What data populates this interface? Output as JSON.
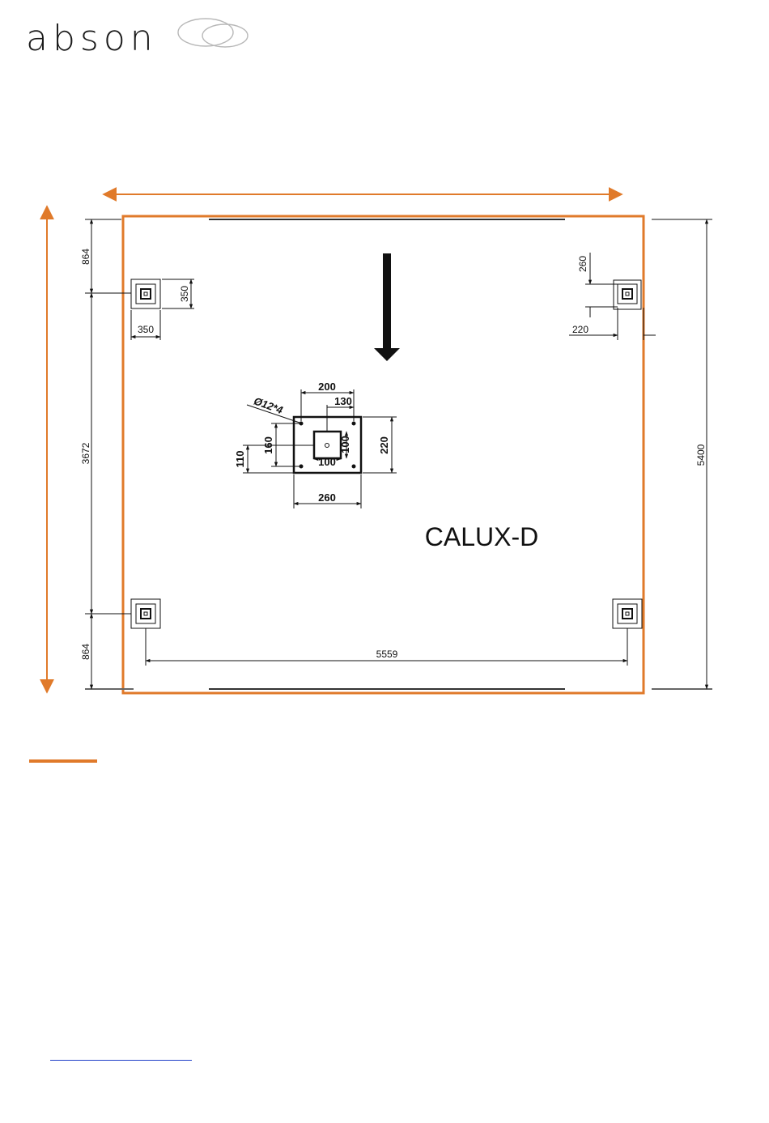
{
  "brand": {
    "name": "abson",
    "accent_color": "#e07a2a",
    "link_color": "#1f3fc8"
  },
  "drawing": {
    "model_label": "CALUX-D",
    "dimensions": {
      "top_offset": "864",
      "middle_span": "3672",
      "bottom_offset": "864",
      "total_depth": "5400",
      "foot_spacing": "5559",
      "foot_plate_height": "350",
      "foot_plate_width": "350",
      "right_foot_height": "260",
      "right_foot_width": "220"
    },
    "detail": {
      "hole_spec": "Ø12*4",
      "width_outer": "260",
      "width_inner": "200",
      "offset": "130",
      "height_outer": "220",
      "height_inner": "160",
      "square_width": "100",
      "square_height": "100",
      "base_offset": "110"
    },
    "line_color": "#111111",
    "frame_color": "#e07a2a"
  },
  "footer": {
    "link_text": ""
  }
}
